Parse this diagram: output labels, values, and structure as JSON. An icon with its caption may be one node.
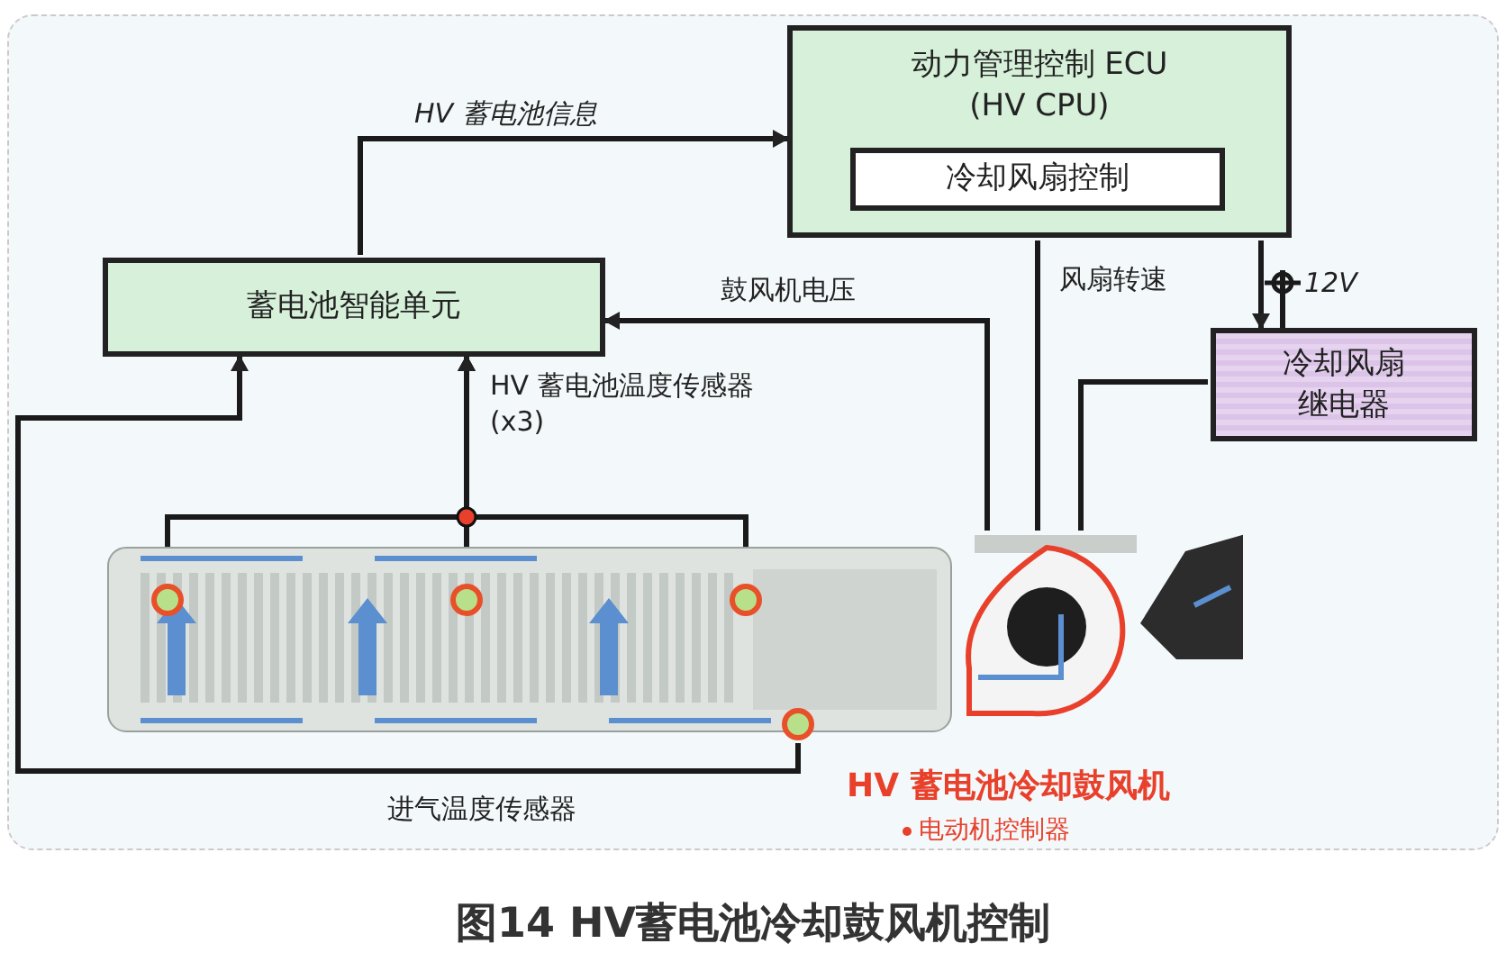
{
  "diagram": {
    "caption": "图14 HV蓄电池冷却鼓风机控制",
    "nodes": [
      {
        "text": [
          "动力管理控制 ECU (HV CPU)"
        ]
      },
      {
        "text": [
          "冷却风扇控制"
        ],
        "in": 0
      },
      {
        "text": [
          "蓄电池智能单元"
        ]
      },
      {
        "text": [
          "冷却风扇继电器"
        ]
      },
      {
        "text": [],
        "shape": "picture"
      },
      {
        "text": [],
        "shape": "picture",
        "beside": [
          "HV 蓄电池冷却鼓风机",
          "电动机控制器"
        ]
      },
      {
        "text": [],
        "shape": "circle",
        "in": 4
      },
      {
        "text": [],
        "shape": "circle",
        "in": 4
      },
      {
        "text": [],
        "shape": "circle",
        "in": 4
      },
      {
        "text": [],
        "shape": "circle",
        "in": 4
      }
    ],
    "edges": [
      {
        "from": 2,
        "to": 0,
        "arrow": "to",
        "label": "HV 蓄电池信息"
      },
      {
        "from": 5,
        "to": 2,
        "arrow": "to",
        "label": "鼓风机电压"
      },
      {
        "from": 0,
        "to": 5,
        "arrow": "none",
        "label": "风扇转速"
      },
      {
        "from": 0,
        "to": 3,
        "arrow": "to"
      },
      {
        "from": 3,
        "to": 5,
        "arrow": "none"
      },
      {
        "from": 6,
        "to": 2,
        "arrow": "to"
      },
      {
        "from": 7,
        "to": 2,
        "arrow": "to",
        "label": "HV 蓄电池温度传感器 (x3)"
      },
      {
        "from": 8,
        "to": 2,
        "arrow": "to"
      },
      {
        "from": 9,
        "to": 2,
        "arrow": "to",
        "label": "进气温度传感器"
      }
    ],
    "labels": [
      "12V"
    ]
  }
}
